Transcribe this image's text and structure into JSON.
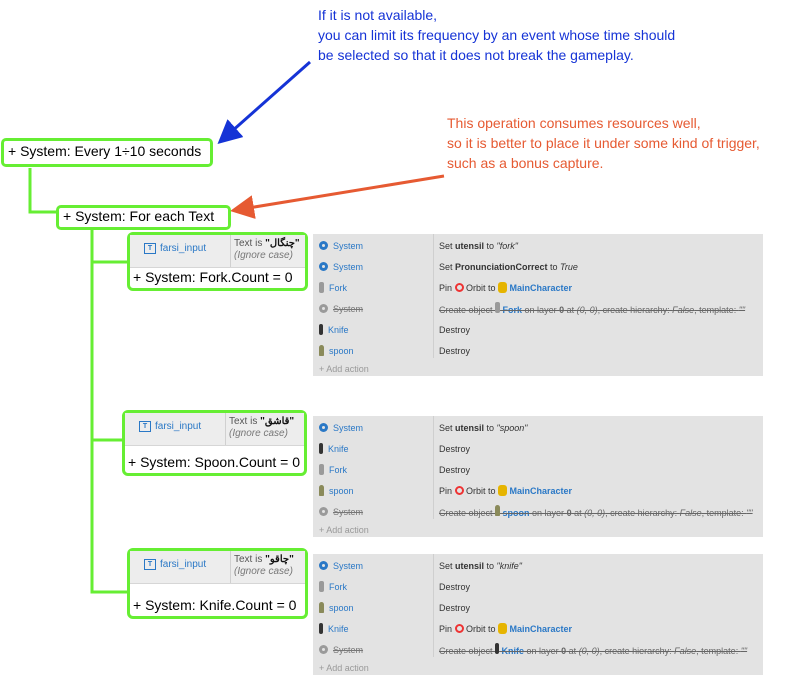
{
  "annotations": {
    "blue": [
      "If it is not available,",
      "you can limit its frequency by an event whose time should",
      "be selected so that it does not break the gameplay."
    ],
    "red": [
      "This operation consumes resources well,",
      "so it is better to place it under some kind of trigger,",
      "such as a bonus capture."
    ],
    "colors": {
      "blue": "#1533d6",
      "red": "#e65a32",
      "green_outline": "#66ee33"
    }
  },
  "events": {
    "every": "+ System: Every 1÷10 seconds",
    "foreach": "+ System: For each Text"
  },
  "blocks": [
    {
      "condition": {
        "object": "farsi_input",
        "text_prefix": "Text is ",
        "value": "\"چنگال\"",
        "note": "(Ignore case)",
        "system": "+ System: Fork.Count = 0"
      },
      "actions": [
        {
          "icon": "gear-icon",
          "object": "System",
          "parts": [
            [
              "Set "
            ],
            [
              "utensil",
              "b"
            ],
            [
              " to "
            ],
            [
              "\"fork\"",
              "i"
            ]
          ]
        },
        {
          "icon": "gear-icon",
          "object": "System",
          "parts": [
            [
              "Set "
            ],
            [
              "PronunciationCorrect",
              "b"
            ],
            [
              " to "
            ],
            [
              "True",
              "i"
            ]
          ]
        },
        {
          "icon": "fork-icon",
          "object": "Fork",
          "parts": [
            [
              "Pin "
            ],
            [
              "",
              "target"
            ],
            [
              " Orbit to "
            ],
            [
              "",
              "mc"
            ],
            [
              " MainCharacter",
              "blue"
            ]
          ]
        },
        {
          "icon": "gear-icon",
          "object": "System",
          "disabled": true,
          "parts": [
            [
              "Create object "
            ],
            [
              "",
              "fork"
            ],
            [
              " Fork",
              "blue"
            ],
            [
              " on layer "
            ],
            [
              "0",
              "b"
            ],
            [
              " at "
            ],
            [
              "(0, 0)",
              "i"
            ],
            [
              ", create hierarchy: "
            ],
            [
              "False",
              "i"
            ],
            [
              ", template: "
            ],
            [
              "\"\"",
              "i"
            ]
          ]
        },
        {
          "icon": "knife-icon",
          "object": "Knife",
          "parts": [
            [
              "Destroy"
            ]
          ]
        },
        {
          "icon": "spoon-icon",
          "object": "spoon",
          "parts": [
            [
              "Destroy"
            ]
          ]
        }
      ],
      "add_action": "+ Add action"
    },
    {
      "condition": {
        "object": "farsi_input",
        "text_prefix": "Text is ",
        "value": "\"قاشق\"",
        "note": "(Ignore case)",
        "system": "+ System: Spoon.Count = 0"
      },
      "actions": [
        {
          "icon": "gear-icon",
          "object": "System",
          "parts": [
            [
              "Set "
            ],
            [
              "utensil",
              "b"
            ],
            [
              " to "
            ],
            [
              "\"spoon\"",
              "i"
            ]
          ]
        },
        {
          "icon": "knife-icon",
          "object": "Knife",
          "parts": [
            [
              "Destroy"
            ]
          ]
        },
        {
          "icon": "fork-icon",
          "object": "Fork",
          "parts": [
            [
              "Destroy"
            ]
          ]
        },
        {
          "icon": "spoon-icon",
          "object": "spoon",
          "parts": [
            [
              "Pin "
            ],
            [
              "",
              "target"
            ],
            [
              " Orbit to "
            ],
            [
              "",
              "mc"
            ],
            [
              " MainCharacter",
              "blue"
            ]
          ]
        },
        {
          "icon": "gear-icon",
          "object": "System",
          "disabled": true,
          "parts": [
            [
              "Create object "
            ],
            [
              "",
              "spoon"
            ],
            [
              " spoon",
              "blue"
            ],
            [
              " on layer "
            ],
            [
              "0",
              "b"
            ],
            [
              " at "
            ],
            [
              "(0, 0)",
              "i"
            ],
            [
              ", create hierarchy: "
            ],
            [
              "False",
              "i"
            ],
            [
              ", template: "
            ],
            [
              "\"\"",
              "i"
            ]
          ]
        }
      ],
      "add_action": "+ Add action"
    },
    {
      "condition": {
        "object": "farsi_input",
        "text_prefix": "Text is ",
        "value": "\"چاقو\"",
        "note": "(Ignore case)",
        "system": "+ System: Knife.Count = 0"
      },
      "actions": [
        {
          "icon": "gear-icon",
          "object": "System",
          "parts": [
            [
              "Set "
            ],
            [
              "utensil",
              "b"
            ],
            [
              " to "
            ],
            [
              "\"knife\"",
              "i"
            ]
          ]
        },
        {
          "icon": "fork-icon",
          "object": "Fork",
          "parts": [
            [
              "Destroy"
            ]
          ]
        },
        {
          "icon": "spoon-icon",
          "object": "spoon",
          "parts": [
            [
              "Destroy"
            ]
          ]
        },
        {
          "icon": "knife-icon",
          "object": "Knife",
          "parts": [
            [
              "Pin "
            ],
            [
              "",
              "target"
            ],
            [
              " Orbit to "
            ],
            [
              "",
              "mc"
            ],
            [
              " MainCharacter",
              "blue"
            ]
          ]
        },
        {
          "icon": "gear-icon",
          "object": "System",
          "disabled": true,
          "parts": [
            [
              "Create object "
            ],
            [
              "",
              "knife"
            ],
            [
              " Knife",
              "blue"
            ],
            [
              " on layer "
            ],
            [
              "0",
              "b"
            ],
            [
              " at "
            ],
            [
              "(0, 0)",
              "i"
            ],
            [
              ", create hierarchy: "
            ],
            [
              "False",
              "i"
            ],
            [
              ", template: "
            ],
            [
              "\"\"",
              "i"
            ]
          ]
        }
      ],
      "add_action": "+ Add action"
    }
  ]
}
